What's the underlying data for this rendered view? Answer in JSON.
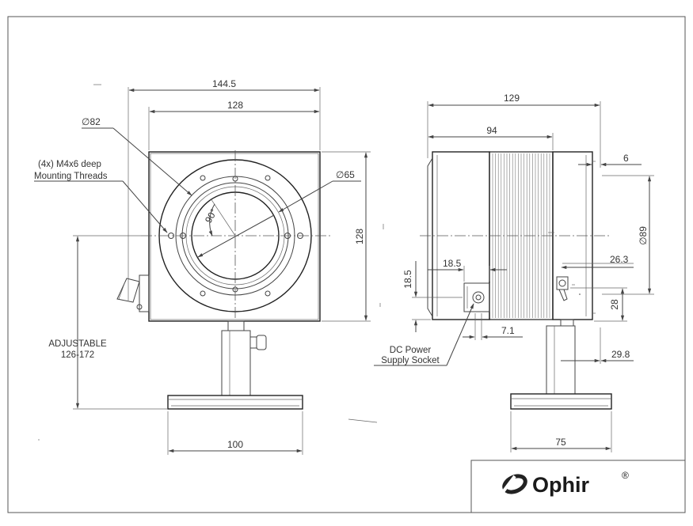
{
  "front_view": {
    "dim_overall_width": "144.5",
    "dim_body_width": "128",
    "dim_body_height": "128",
    "dim_flange_dia": "∅82",
    "dim_aperture_dia": "∅65",
    "dim_angle": "90°",
    "mounting_threads_line1": "(4x) M4x6 deep",
    "mounting_threads_line2": "Mounting Threads",
    "adjustable_line1": "ADJUSTABLE",
    "adjustable_line2": "126-172",
    "dim_base_width": "100"
  },
  "side_view": {
    "dim_overall_depth": "129",
    "dim_head_depth": "94",
    "dim_back_lip": "6",
    "dim_housing_dia": "∅89",
    "dim_socket_offset": "18.5",
    "dim_socket_height": "18.5",
    "dim_socket_width": "7.1",
    "dim_switch_offset": "26.3",
    "dim_switch_height": "28",
    "dim_post_offset": "29.8",
    "dc_power_line1": "DC Power",
    "dc_power_line2": "Supply Socket",
    "dim_base_width": "75"
  },
  "title_block": {
    "brand": "Ophir",
    "trademark": "®"
  },
  "colors": {
    "line": "#444444",
    "text": "#333333",
    "frame": "#555555"
  }
}
